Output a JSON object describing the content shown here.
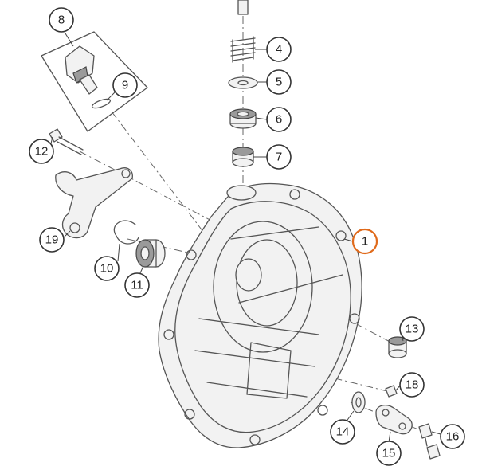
{
  "callouts": [
    {
      "id": "1",
      "label": "1",
      "highlight": true
    },
    {
      "id": "4",
      "label": "4"
    },
    {
      "id": "5",
      "label": "5"
    },
    {
      "id": "6",
      "label": "6"
    },
    {
      "id": "7",
      "label": "7"
    },
    {
      "id": "8",
      "label": "8"
    },
    {
      "id": "9",
      "label": "9"
    },
    {
      "id": "10",
      "label": "10"
    },
    {
      "id": "11",
      "label": "11"
    },
    {
      "id": "12",
      "label": "12"
    },
    {
      "id": "13",
      "label": "13"
    },
    {
      "id": "14",
      "label": "14"
    },
    {
      "id": "15",
      "label": "15"
    },
    {
      "id": "16",
      "label": "16"
    },
    {
      "id": "18",
      "label": "18"
    },
    {
      "id": "19",
      "label": "19"
    }
  ],
  "colors": {
    "highlight": "#e06a1b",
    "line": "#333333",
    "part": "#555555"
  }
}
